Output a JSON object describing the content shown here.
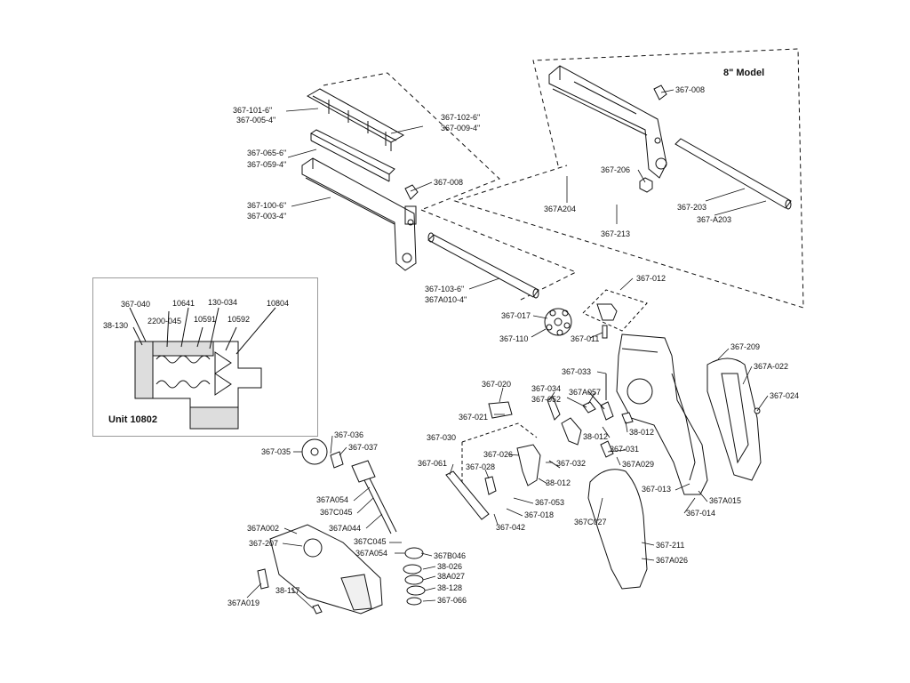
{
  "figure": {
    "model_label": "8\" Model",
    "inset_title": "Unit 10802"
  },
  "labels": {
    "p_367_101": "367-101-6\"",
    "p_367_005": "367-005-4\"",
    "p_367_102": "367-102-6\"",
    "p_367_009": "367-009-4\"",
    "p_367_065": "367-065-6\"",
    "p_367_059": "367-059-4\"",
    "p_367_008a": "367-008",
    "p_367_100": "367-100-6\"",
    "p_367_003": "367-003-4\"",
    "p_367_103": "367-103-6\"",
    "p_367a010": "367A010-4\"",
    "p_367_008b": "367-008",
    "p_367_206": "367-206",
    "p_367a204": "367A204",
    "p_367_213": "367-213",
    "p_367_203": "367-203",
    "p_367_a203": "367-A203",
    "p_367_012": "367-012",
    "p_367_017": "367-017",
    "p_367_110": "367-110",
    "p_367_011": "367-011",
    "p_367_033": "367-033",
    "p_367_209": "367-209",
    "p_367a022": "367A-022",
    "p_367_024": "367-024",
    "p_367_020": "367-020",
    "p_367_034": "367-034",
    "p_367a057": "367A057",
    "p_367_052": "367-052",
    "p_367_021": "367-021",
    "p_38_012a": "38-012",
    "p_38_012b": "38-012",
    "p_367_030": "367-030",
    "p_367_026": "367-026",
    "p_367_031": "367-031",
    "p_367_061": "367-061",
    "p_367_028": "367-028",
    "p_367_032": "367-032",
    "p_367a029": "367A029",
    "p_38_012c": "38-012",
    "p_367_053": "367-053",
    "p_367_018": "367-018",
    "p_367_042": "367-042",
    "p_367c027": "367C027",
    "p_367_013": "367-013",
    "p_367a015": "367A015",
    "p_367_014": "367-014",
    "p_367_211": "367-211",
    "p_367a026": "367A026",
    "p_367_035": "367-035",
    "p_367_036": "367-036",
    "p_367_037": "367-037",
    "p_367a054a": "367A054",
    "p_367c045a": "367C045",
    "p_367a044": "367A044",
    "p_367c045b": "367C045",
    "p_367a054b": "367A054",
    "p_367a002": "367A002",
    "p_367_207": "367-207",
    "p_367b046": "367B046",
    "p_38_026": "38-026",
    "p_38a027": "38A027",
    "p_38_128": "38-128",
    "p_367_066": "367-066",
    "p_38_117": "38-117",
    "p_367a019": "367A019",
    "i_367_040": "367-040",
    "i_10641": "10641",
    "i_130_034": "130-034",
    "i_10804": "10804",
    "i_38_130": "38-130",
    "i_2200_045": "2200-045",
    "i_10591": "10591",
    "i_10592": "10592"
  }
}
